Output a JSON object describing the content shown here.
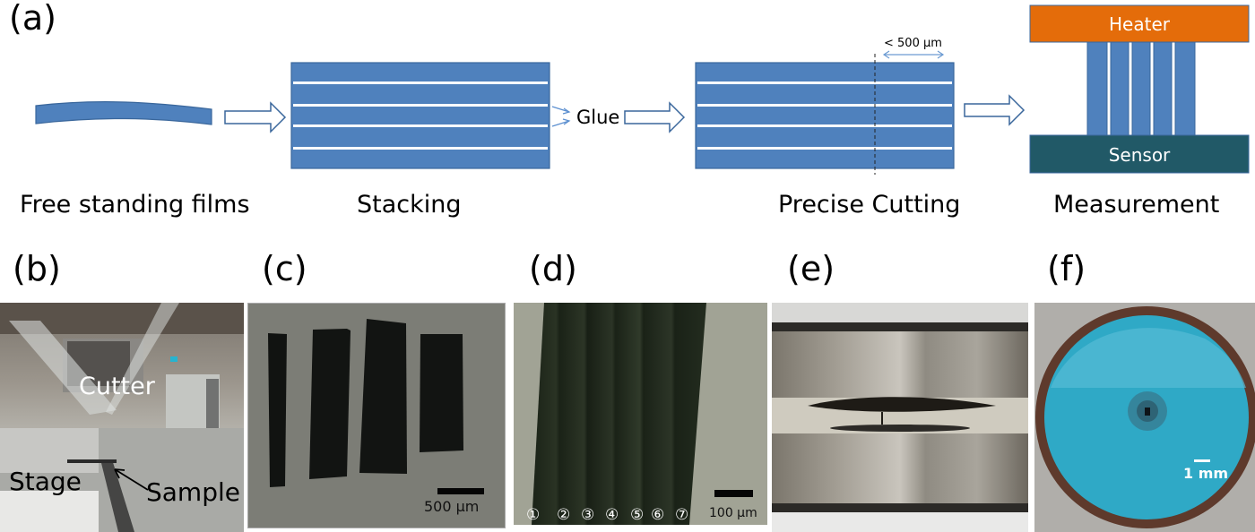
{
  "panel_a": {
    "label": "(a)",
    "steps": [
      {
        "caption": "Free standing films"
      },
      {
        "caption": "Stacking"
      },
      {
        "caption": "Precise Cutting"
      },
      {
        "caption": "Measurement"
      }
    ],
    "glue_label": "Glue",
    "cut_width_label": "< 500 µm",
    "heater_label": "Heater",
    "sensor_label": "Sensor",
    "colors": {
      "film_blue": "#4f81bd",
      "film_border": "#3a679c",
      "heater_orange": "#e46c0a",
      "sensor_teal": "#215967",
      "arrow_outline": "#3a679c"
    }
  },
  "panel_b": {
    "label": "(b)",
    "annotations": {
      "cutter": "Cutter",
      "stage": "Stage",
      "sample": "Sample"
    }
  },
  "panel_c": {
    "label": "(c)",
    "scale_bar": "500 µm"
  },
  "panel_d": {
    "label": "(d)",
    "scale_bar": "100 µm",
    "layer_markers": [
      "①",
      "②",
      "③",
      "④",
      "⑤",
      "⑥",
      "⑦"
    ]
  },
  "panel_e": {
    "label": "(e)"
  },
  "panel_f": {
    "label": "(f)",
    "scale_bar": "1 mm"
  }
}
